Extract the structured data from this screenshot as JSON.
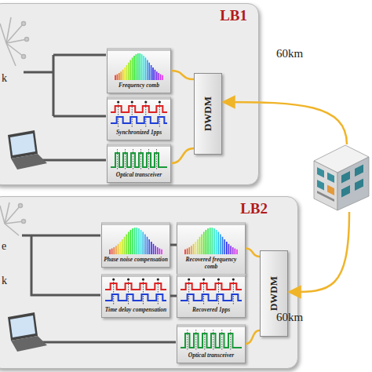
{
  "diagram": {
    "nodes": [
      {
        "text": [
          "LB1"
        ]
      },
      {
        "text": [
          "Frequency comb"
        ],
        "in": 0
      },
      {
        "text": [
          "Synchronized 1pps"
        ],
        "in": 0
      },
      {
        "text": [
          "Optical transceiver"
        ],
        "in": 0
      },
      {
        "text": [
          "DWDM"
        ],
        "in": 0
      },
      {
        "text": [
          "LB2"
        ]
      },
      {
        "text": [
          "Phase noise compensation"
        ],
        "in": 5
      },
      {
        "text": [
          "Recovered frequency comb"
        ],
        "in": 5
      },
      {
        "text": [
          "Time delay compensation"
        ],
        "in": 5
      },
      {
        "text": [
          "Recovered 1pps"
        ],
        "in": 5
      },
      {
        "text": [
          "Optical transceiver"
        ],
        "in": 5
      },
      {
        "text": [
          "DWDM"
        ],
        "in": 5
      }
    ],
    "edges": [
      {
        "from": 1,
        "to": 4,
        "arrow": "none"
      },
      {
        "from": 3,
        "to": 4,
        "arrow": "none"
      },
      {
        "from": 6,
        "to": 7,
        "arrow": "none"
      },
      {
        "from": 8,
        "to": 9,
        "arrow": "none"
      },
      {
        "from": 7,
        "to": 11,
        "arrow": "none"
      },
      {
        "from": 10,
        "to": 11,
        "arrow": "none"
      }
    ],
    "labels": [
      "60km",
      "60km",
      "k",
      "e",
      "k"
    ]
  }
}
